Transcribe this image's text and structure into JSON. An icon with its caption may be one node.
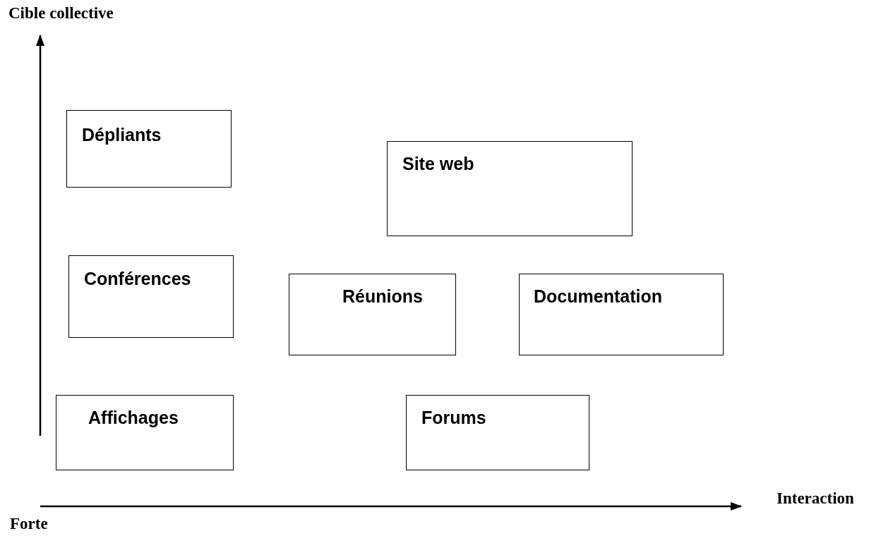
{
  "diagram": {
    "nodes": [
      {
        "text": [
          "Dépliants"
        ]
      },
      {
        "text": [
          "Site web"
        ]
      },
      {
        "text": [
          "Conférences"
        ]
      },
      {
        "text": [
          "Réunions"
        ]
      },
      {
        "text": [
          "Documentation"
        ]
      },
      {
        "text": [
          "Affichages"
        ]
      },
      {
        "text": [
          "Forums"
        ]
      }
    ],
    "edges": [],
    "labels": [
      "Cible collective",
      "Interaction",
      "Forte"
    ]
  }
}
